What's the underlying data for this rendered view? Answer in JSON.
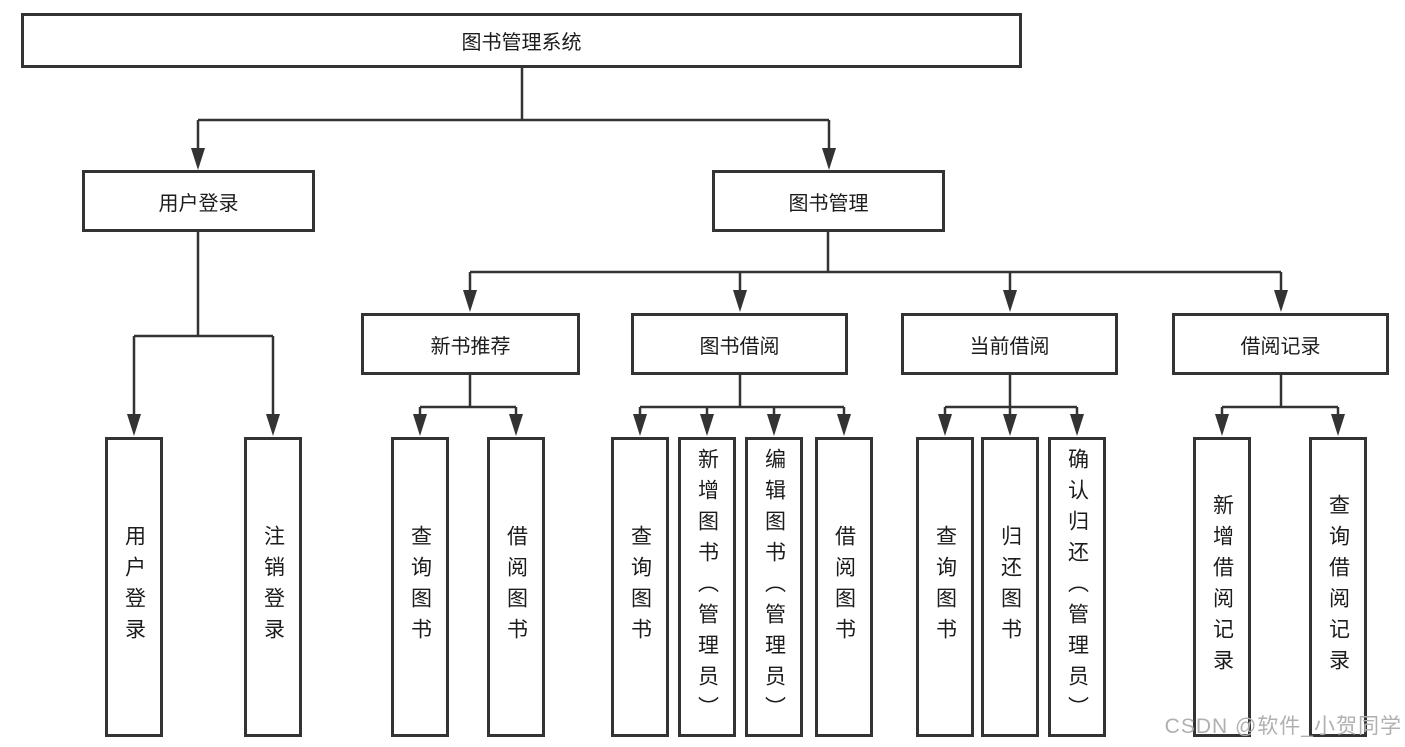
{
  "diagram": {
    "type": "hierarchy-tree",
    "colors": {
      "line": "#333333",
      "box_border": "#333333",
      "text": "#1c1c1c",
      "watermark": "#b0b0b0",
      "background": "#ffffff"
    },
    "tree": {
      "label": "图书管理系统",
      "children": [
        {
          "label": "用户登录",
          "children": [
            {
              "label": "用户登录"
            },
            {
              "label": "注销登录"
            }
          ]
        },
        {
          "label": "图书管理",
          "children": [
            {
              "label": "新书推荐",
              "children": [
                {
                  "label": "查询图书"
                },
                {
                  "label": "借阅图书"
                }
              ]
            },
            {
              "label": "图书借阅",
              "children": [
                {
                  "label": "查询图书"
                },
                {
                  "label": "新增图书（管理员）"
                },
                {
                  "label": "编辑图书（管理员）"
                },
                {
                  "label": "借阅图书"
                }
              ]
            },
            {
              "label": "当前借阅",
              "children": [
                {
                  "label": "查询图书"
                },
                {
                  "label": "归还图书"
                },
                {
                  "label": "确认归还（管理员）"
                }
              ]
            },
            {
              "label": "借阅记录",
              "children": [
                {
                  "label": "新增借阅记录"
                },
                {
                  "label": "查询借阅记录"
                }
              ]
            }
          ]
        }
      ]
    },
    "watermark_text": "CSDN @软件_小贺同学"
  }
}
